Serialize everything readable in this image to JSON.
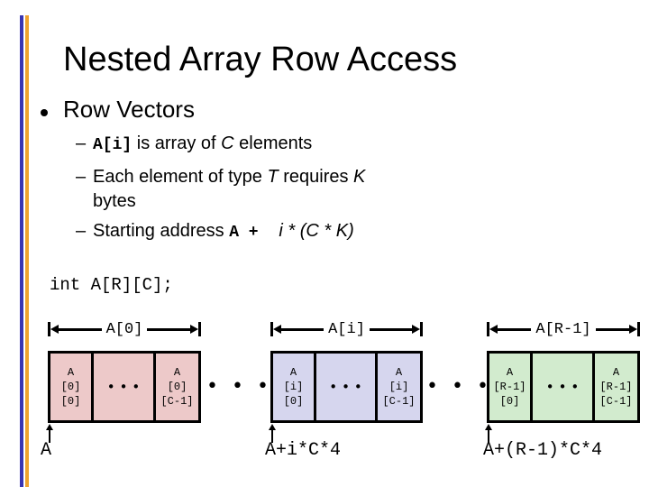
{
  "slide": {
    "title": "Nested Array Row Access",
    "bullet_label": "Row Vectors",
    "dash": "–",
    "sub1": {
      "code": "A[i]",
      "t1": " is array of ",
      "em1": "C",
      "t2": " elements"
    },
    "sub2": {
      "t1": "Each element of type ",
      "em1": "T",
      "t2": " requires ",
      "em2": "K",
      "line2": "bytes"
    },
    "sub3": {
      "t1": "Starting address ",
      "code": "A + ",
      "em1": "i * (C * K)"
    }
  },
  "colors": {
    "accent_blue": "#3a35b1",
    "accent_orange": "#efa32d",
    "row0_fill": "#edc9c9",
    "rowi_fill": "#d6d6ee",
    "rowr_fill": "#d2ebce"
  },
  "diagram": {
    "code_line": "int A[R][C];",
    "ellipsis": "•••",
    "cell_dots": "•••",
    "blocks": [
      {
        "span_label": "A[0]",
        "cell_first": "A\n[0]\n[0]",
        "cell_last": "A\n[0]\n[C-1]",
        "addr_label": "A",
        "fill": "#edc9c9"
      },
      {
        "span_label": "A[i]",
        "cell_first": "A\n[i]\n[0]",
        "cell_last": "A\n[i]\n[C-1]",
        "addr_label": "A+i*C*4",
        "fill": "#d6d6ee"
      },
      {
        "span_label": "A[R-1]",
        "cell_first": "A\n[R-1]\n[0]",
        "cell_last": "A\n[R-1]\n[C-1]",
        "addr_label": "A+(R-1)*C*4",
        "fill": "#d2ebce"
      }
    ]
  }
}
